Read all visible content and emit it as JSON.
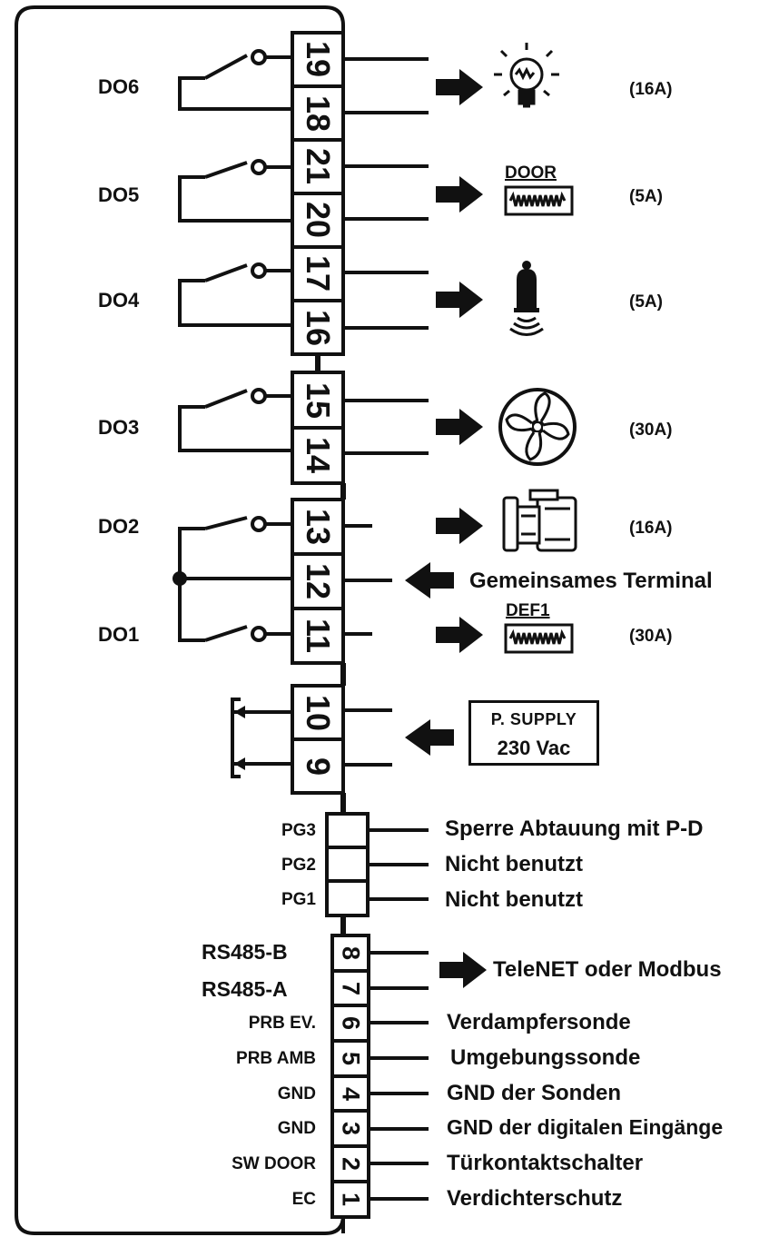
{
  "outputs": [
    {
      "name": "DO6",
      "terminals": [
        "19",
        "18"
      ],
      "rating": "(16A)",
      "load_icon": "lightbulb-icon",
      "load_label": ""
    },
    {
      "name": "DO5",
      "terminals": [
        "21",
        "20"
      ],
      "rating": "(5A)",
      "load_icon": "heater-icon",
      "load_label": "DOOR"
    },
    {
      "name": "DO4",
      "terminals": [
        "17",
        "16"
      ],
      "rating": "(5A)",
      "load_icon": "alarm-bell-icon",
      "load_label": ""
    },
    {
      "name": "DO3",
      "terminals": [
        "15",
        "14"
      ],
      "rating": "(30A)",
      "load_icon": "fan-icon",
      "load_label": ""
    },
    {
      "name": "DO2",
      "terminals": [
        "13"
      ],
      "rating": "(16A)",
      "load_icon": "compressor-icon",
      "load_label": ""
    },
    {
      "name": "DO1",
      "terminals": [
        "11"
      ],
      "rating": "(30A)",
      "load_icon": "heater-icon",
      "load_label": "DEF1"
    }
  ],
  "common": {
    "terminal": "12",
    "label": "Gemeinsames Terminal"
  },
  "power": {
    "terminals": [
      "10",
      "9"
    ],
    "line1": "P. SUPPLY",
    "line2": "230 Vac"
  },
  "pg_inputs": [
    {
      "name": "PG3",
      "function": "Sperre Abtauung mit P-D"
    },
    {
      "name": "PG2",
      "function": "Nicht benutzt"
    },
    {
      "name": "PG1",
      "function": "Nicht benutzt"
    }
  ],
  "rs485": {
    "terminals": [
      {
        "num": "8",
        "name": "RS485-B"
      },
      {
        "num": "7",
        "name": "RS485-A"
      }
    ],
    "function": "TeleNET oder Modbus"
  },
  "inputs": [
    {
      "num": "6",
      "name": "PRB EV.",
      "function": "Verdampfersonde"
    },
    {
      "num": "5",
      "name": "PRB AMB",
      "function": "Umgebungssonde"
    },
    {
      "num": "4",
      "name": "GND",
      "function": "GND der Sonden"
    },
    {
      "num": "3",
      "name": "GND",
      "function": "GND der digitalen Eingänge"
    },
    {
      "num": "2",
      "name": "SW DOOR",
      "function": "Türkontaktschalter"
    },
    {
      "num": "1",
      "name": "EC",
      "function": "Verdichterschutz"
    }
  ],
  "colors": {
    "ink": "#111111",
    "background": "#ffffff"
  }
}
